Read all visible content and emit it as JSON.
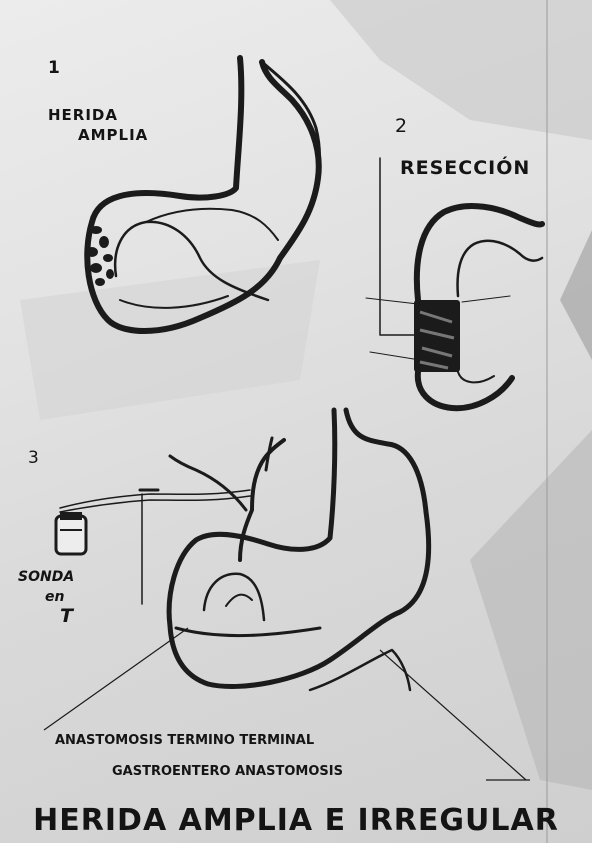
{
  "figures": [
    {
      "number": "1",
      "title_lines": [
        "HERIDA",
        "AMPLIA"
      ]
    },
    {
      "number": "2",
      "title": "RESECCIÓN"
    },
    {
      "number": "3",
      "side_label_lines": [
        "SONDA",
        "en",
        "T"
      ]
    }
  ],
  "annotations": {
    "line_1": "ANASTOMOSIS TERMINO TERMINAL",
    "line_2": "GASTROENTERO ANASTOMOSIS"
  },
  "caption": "HERIDA AMPLIA E IRREGULAR"
}
